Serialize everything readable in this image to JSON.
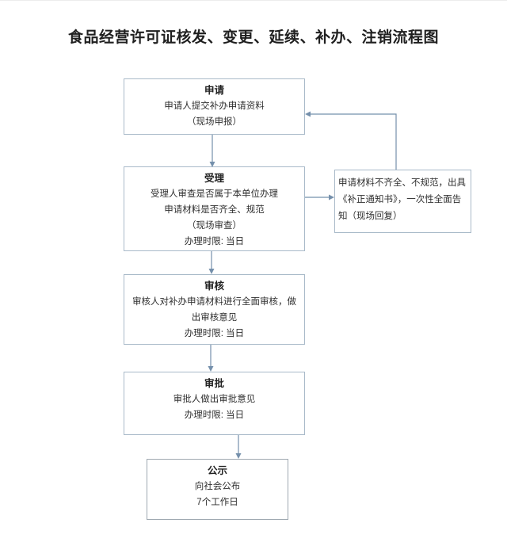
{
  "page": {
    "title_text": "食品经营许可证核发、变更、延续、补办、注销流程图"
  },
  "flowchart": {
    "boxes": [
      {
        "id": "apply",
        "title": "申请",
        "lines": [
          "申请人提交补办申请资料",
          "（现场申报）"
        ]
      },
      {
        "id": "accept",
        "title": "受理",
        "lines": [
          "受理人审查是否属于本单位办理",
          "申请材料是否齐全、规范",
          "（现场审查）",
          "办理时限: 当日"
        ]
      },
      {
        "id": "review",
        "title": "审核",
        "lines": [
          "审核人对补办申请材料进行全面审核，做出审核意见",
          "办理时限: 当日"
        ]
      },
      {
        "id": "approve",
        "title": "审批",
        "lines": [
          "审批人做出审批意见",
          "办理时限: 当日"
        ]
      },
      {
        "id": "publicity",
        "title": "公示",
        "lines": [
          "向社会公布",
          "7个工作日"
        ]
      }
    ],
    "side_note": "申请材料不齐全、不规范，出具《补正通知书》，一次性全面告知（现场回复）",
    "connectors": [
      {
        "from": "apply",
        "to": "accept",
        "type": "arrow-down"
      },
      {
        "from": "accept",
        "to": "review",
        "type": "arrow-down"
      },
      {
        "from": "review",
        "to": "approve",
        "type": "arrow-down"
      },
      {
        "from": "approve",
        "to": "publicity",
        "type": "arrow-down"
      },
      {
        "from": "accept",
        "to": "side-note",
        "type": "arrow-right"
      },
      {
        "from": "side-note",
        "to": "apply",
        "type": "elbow-arrow-left"
      }
    ],
    "colors": {
      "box_border": "#a9bac9",
      "publicity_box_border": "#9fa9b1",
      "connector": "#7590ac",
      "text": "#2f2f2f"
    }
  }
}
